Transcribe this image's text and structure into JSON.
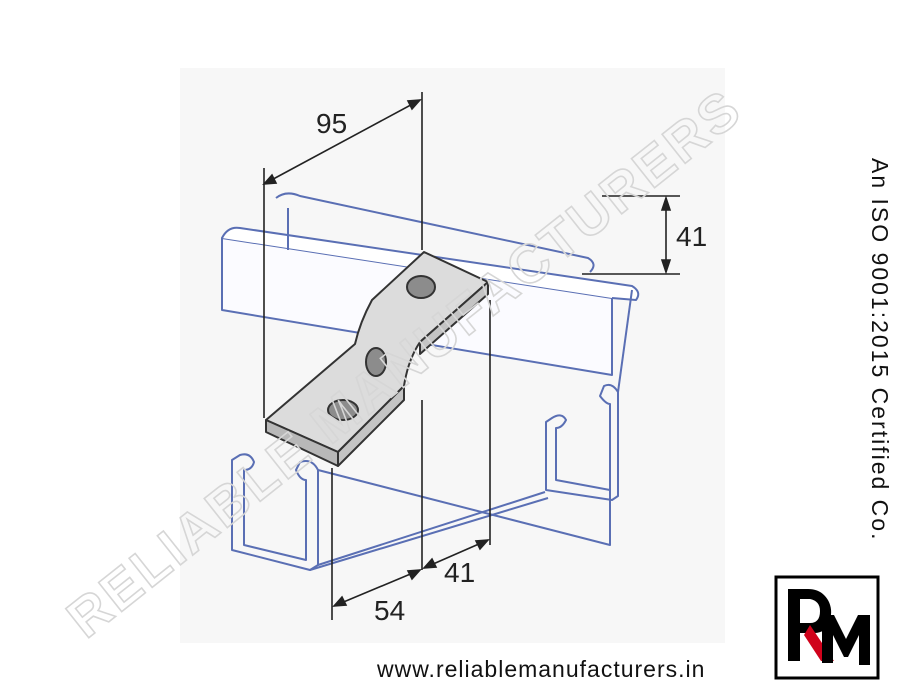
{
  "dimensions": {
    "top_width": "95",
    "channel_height": "41",
    "channel_width": "41",
    "leg_length": "54"
  },
  "certification": "An ISO 9001:2015 Certified Co.",
  "website": "www.reliablemanufacturers.in",
  "watermark": "RELIABLE MANUFACTURERS",
  "logo": {
    "letters": "RM",
    "colors": {
      "frame": "#000000",
      "accent": "#d0021b"
    }
  },
  "colors": {
    "channel_outline": "#5a6fb4",
    "dimension_lines": "#222222",
    "bracket_fill": "#dcdcdc"
  }
}
